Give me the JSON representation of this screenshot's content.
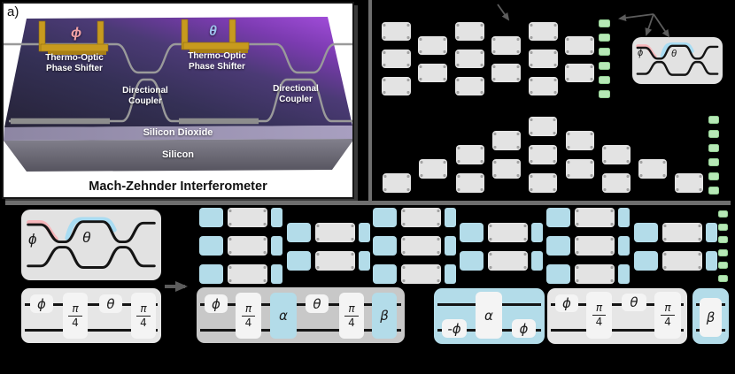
{
  "figure": {
    "panel_label": "a)",
    "caption": "Mach-Zehnder Interferometer",
    "chip": {
      "phi": "ϕ",
      "theta": "θ",
      "tops_line1": "Thermo-Optic",
      "tops_line2": "Phase Shifter",
      "coupler_line1": "Directional",
      "coupler_line2": "Coupler",
      "oxide": "Silicon Dioxide",
      "substrate": "Silicon"
    },
    "symbols": {
      "phi": "ϕ",
      "theta": "θ",
      "alpha": "α",
      "beta": "β",
      "pi": "π",
      "four": "4",
      "minus_phi": "-ϕ"
    },
    "meshes": {
      "rectangular": {
        "columns": [
          3,
          2,
          3,
          2,
          3,
          2
        ],
        "output_ports": 6
      },
      "triangular": {
        "columns": [
          1,
          1,
          2,
          2,
          3,
          2,
          2,
          1,
          1
        ],
        "output_ports": 6
      },
      "decomposed": {
        "columns": [
          3,
          2,
          3,
          2,
          3,
          2
        ],
        "output_ports": 6
      }
    },
    "colors": {
      "background": "#000000",
      "panel_bg": "#ffffff",
      "divider": "#6e6e6e",
      "mesh_box": "#e3e3e3",
      "phase_blue": "#b3dce9",
      "port_green": "#b6e8b6",
      "highlight_pink": "#f6b6ba",
      "highlight_blue": "#a9dcf2",
      "gold": "#c79a1e",
      "gold_dark": "#a87f15",
      "circuit_bg_light": "#e6e6e6",
      "circuit_bg_dark": "#c8c8c8",
      "symbol_bg": "#e2e2e2",
      "gate_white": "#f4f4f4",
      "rail_black": "#141414",
      "arrow_gray": "#5c5c5c",
      "chip_phi_pink": "#f2a2a6",
      "chip_theta_blue": "#9fc3ee"
    }
  }
}
